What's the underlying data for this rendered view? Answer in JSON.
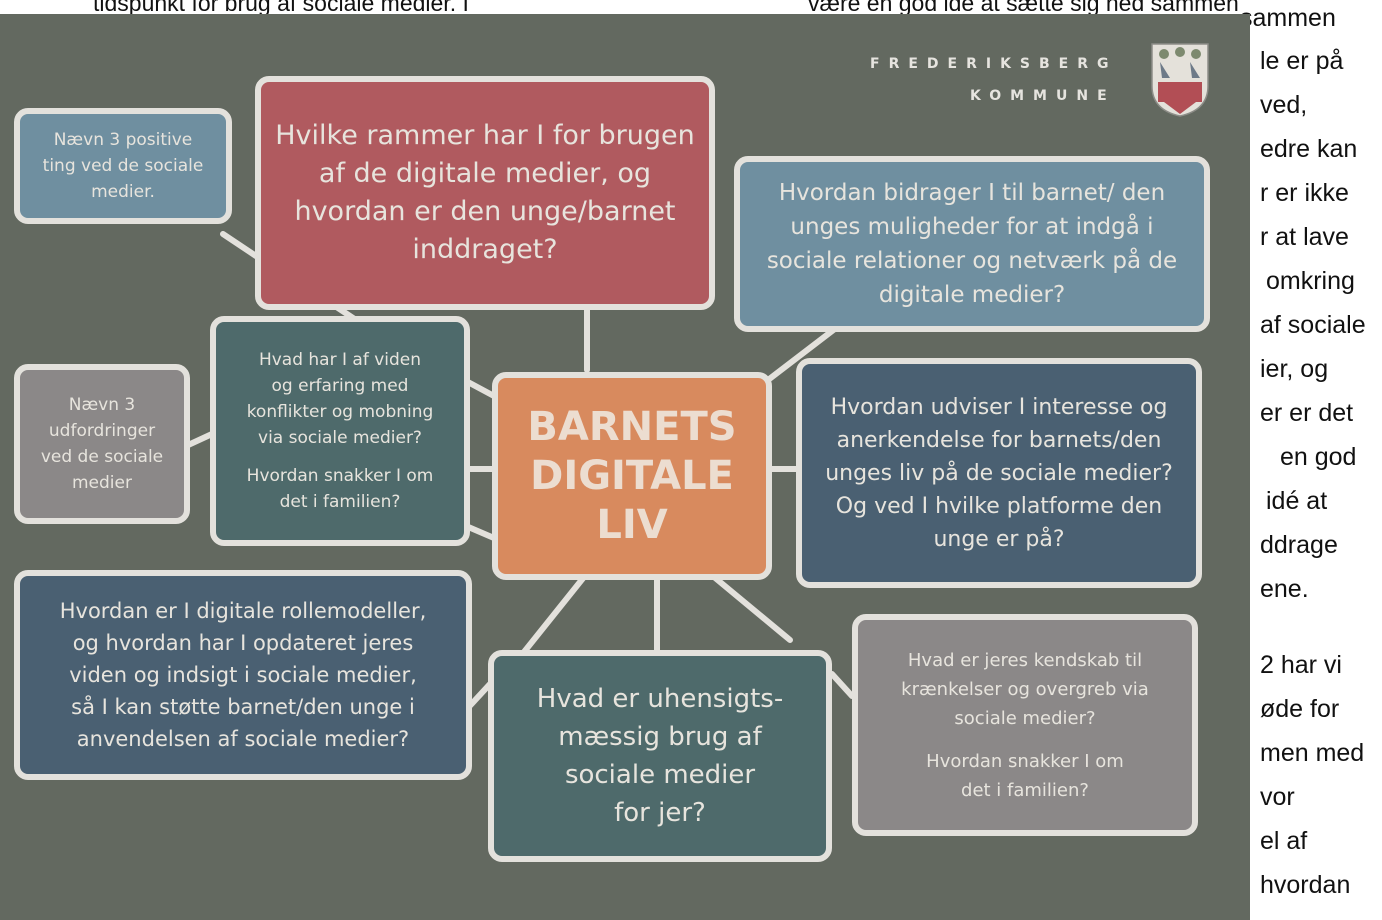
{
  "document": {
    "top_left_text": "tidspunkt for brug af sociale medier. I",
    "top_right_text": "være en god idé at sætte sig ned sammen",
    "right_column_lines": [
      "sammen",
      "le er på",
      "ved,",
      "edre kan",
      "r er ikke",
      "r at lave",
      "omkring",
      "af sociale",
      "ier, og",
      "er er det",
      "en god",
      "idé at",
      "ddrage",
      "ene.",
      "2 har vi",
      "øde for",
      "men med",
      "vor",
      "el af",
      "hvordan"
    ]
  },
  "logo": {
    "line1": "FREDERIKSBERG",
    "line2": "KOMMUNE",
    "crest_icon": "frederiksberg-crest-icon"
  },
  "diagram": {
    "center": {
      "lines": [
        "BARNETS",
        "DIGITALE",
        "LIV"
      ]
    },
    "nodes": {
      "frameworks": {
        "lines": [
          "Hvilke rammer har I for brugen",
          "af de digitale medier, og",
          "hvordan er den unge/barnet",
          "inddraget?"
        ]
      },
      "positive": {
        "lines": [
          "Nævn 3 positive",
          "ting ved de sociale",
          "medier."
        ]
      },
      "challenges": {
        "lines": [
          "Nævn 3",
          "udfordringer",
          "ved de sociale",
          "medier"
        ]
      },
      "conflicts": {
        "lines": [
          "Hvad har I af viden",
          "og erfaring med",
          "konflikter og mobning",
          "via sociale medier?",
          "",
          "Hvordan snakker I om",
          "det i familien?"
        ]
      },
      "relations": {
        "lines": [
          "Hvordan bidrager I til barnet/ den",
          "unges muligheder for at indgå i",
          "sociale relationer og netværk på de",
          "digitale medier?"
        ]
      },
      "interest": {
        "lines": [
          "Hvordan udviser I interesse og",
          "anerkendelse for barnets/den",
          "unges liv på de sociale medier?",
          "Og ved I hvilke platforme den",
          "unge er på?"
        ]
      },
      "rolemodels": {
        "lines": [
          "Hvordan er I digitale rollemodeller,",
          "og hvordan har I opdateret jeres",
          "viden og indsigt i sociale medier,",
          "så I kan støtte barnet/den unge i",
          "anvendelsen af sociale medier?"
        ]
      },
      "inappropriate": {
        "lines": [
          "Hvad er uhensigts-",
          "mæssig brug af",
          "sociale medier",
          "for jer?"
        ]
      },
      "abuse": {
        "lines": [
          "Hvad er jeres kendskab til",
          "krænkelser og overgreb via",
          "sociale medier?",
          "",
          "Hvordan snakker I om",
          "det i familien?"
        ]
      }
    }
  },
  "colors": {
    "board": "#636960",
    "red": "#b05a5f",
    "orange": "#d88a5e",
    "blue_light": "#6f8fa0",
    "blue_dark": "#4a6072",
    "teal": "#4e6a6b",
    "grey": "#8b8888",
    "border": "#e3e1dc"
  }
}
